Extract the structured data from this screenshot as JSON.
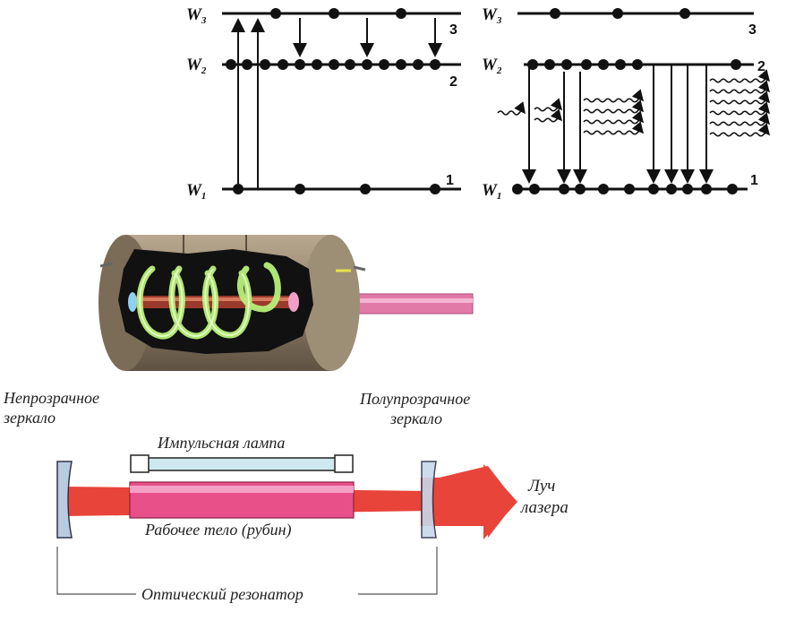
{
  "energy_diagram_left": {
    "levels": [
      {
        "symbol": "W",
        "sub": "3",
        "number": "3"
      },
      {
        "symbol": "W",
        "sub": "2",
        "number": "2"
      },
      {
        "symbol": "W",
        "sub": "1",
        "number": "1"
      }
    ]
  },
  "energy_diagram_right": {
    "levels": [
      {
        "symbol": "W",
        "sub": "3",
        "number": "3"
      },
      {
        "symbol": "W",
        "sub": "2",
        "number": "2"
      },
      {
        "symbol": "W",
        "sub": "1",
        "number": "1"
      }
    ]
  },
  "laser_diagram": {
    "opaque_mirror": [
      "Непрозрачное",
      "зеркало"
    ],
    "semi_mirror": [
      "Полупрозрачное",
      "зеркало"
    ],
    "pulse_lamp": "Импульсная лампа",
    "working_body": "Рабочее тело (рубин)",
    "beam": [
      "Луч",
      "лазера"
    ],
    "resonator": "Оптический резонатор"
  },
  "colors": {
    "beam": "#e8443a",
    "ruby": "#e8508a",
    "lamp": "#cfe8f0",
    "mirror": "#b9cbe0",
    "cylinder": "#8a7a66",
    "coil": "#b8f07a"
  }
}
